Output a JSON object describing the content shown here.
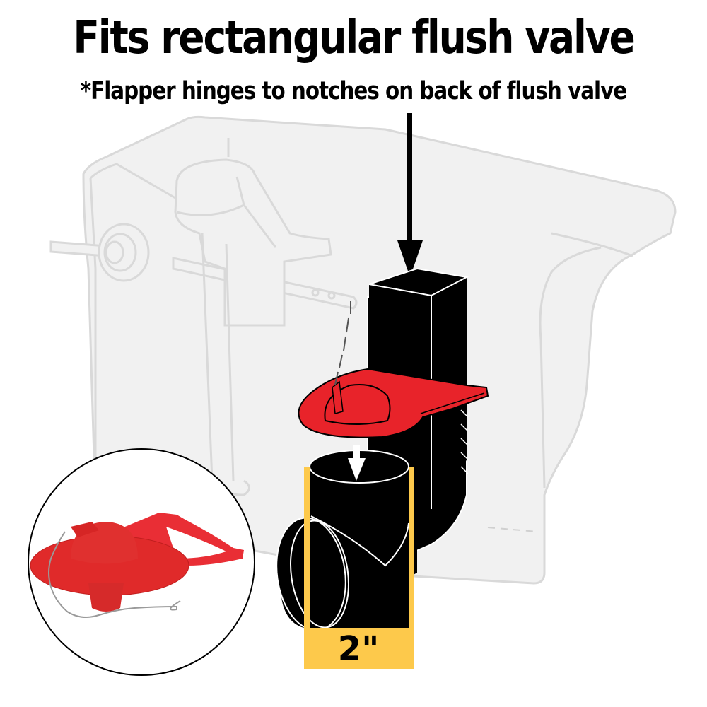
{
  "header": {
    "title": "Fits rectangular flush valve",
    "subtitle": "*Flapper hinges to notches on back of flush valve"
  },
  "illustration": {
    "background": "toilet-tank-outline",
    "callout_arrow": "down-arrow-icon",
    "flush_valve_shape": "rectangular",
    "flapper_color": "#e8232a",
    "valve_color": "#000000",
    "tank_fill": "#f1f1f1",
    "tank_stroke": "#d9d9d9"
  },
  "dimension": {
    "label": "2\"",
    "color": "#fdc94b"
  },
  "inset": {
    "description": "red-flapper-with-chain-photo"
  }
}
